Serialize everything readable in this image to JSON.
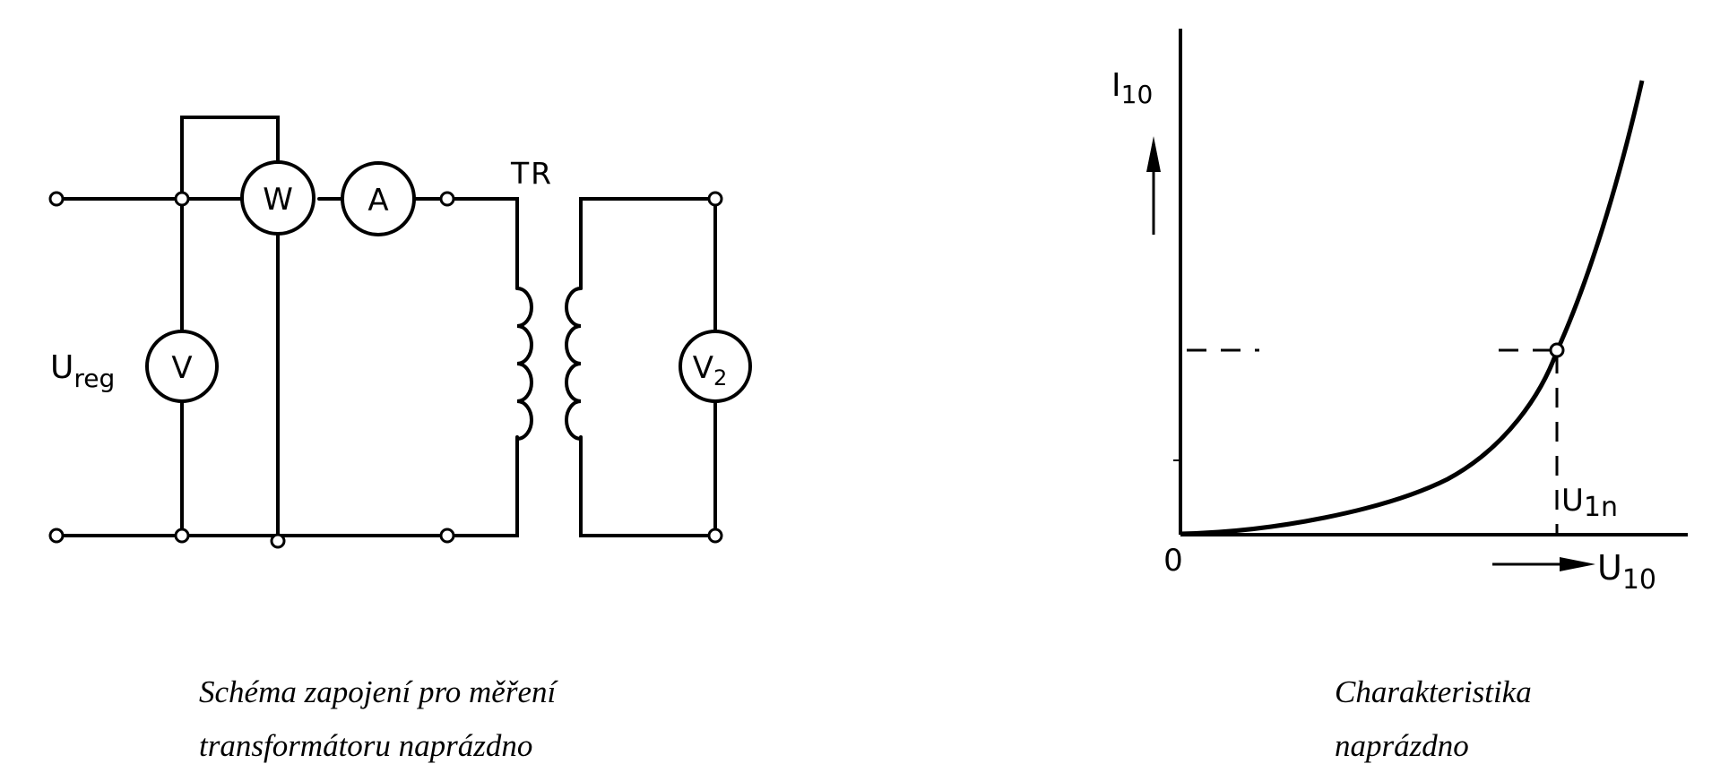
{
  "circuit": {
    "transformer_label": "TR",
    "wattmeter_label": "W",
    "ammeter_label": "A",
    "voltmeter_label": "V",
    "voltmeter2_label": "V",
    "voltmeter2_subscript": "2",
    "source_label": "U",
    "source_subscript": "reg"
  },
  "characteristic": {
    "y_axis_label": "I",
    "y_axis_subscript": "10",
    "x_axis_label": "U",
    "x_axis_subscript": "10",
    "origin_label": "0",
    "rated_voltage_label": "U",
    "rated_voltage_subscript": "1n"
  },
  "captions": {
    "left_line1": "Schéma zapojení pro měření",
    "left_line2": "transformátoru naprázdno",
    "right_line1": "Charakteristika",
    "right_line2": "naprázdno"
  },
  "colors": {
    "ink": "#000000",
    "background": "#ffffff"
  }
}
